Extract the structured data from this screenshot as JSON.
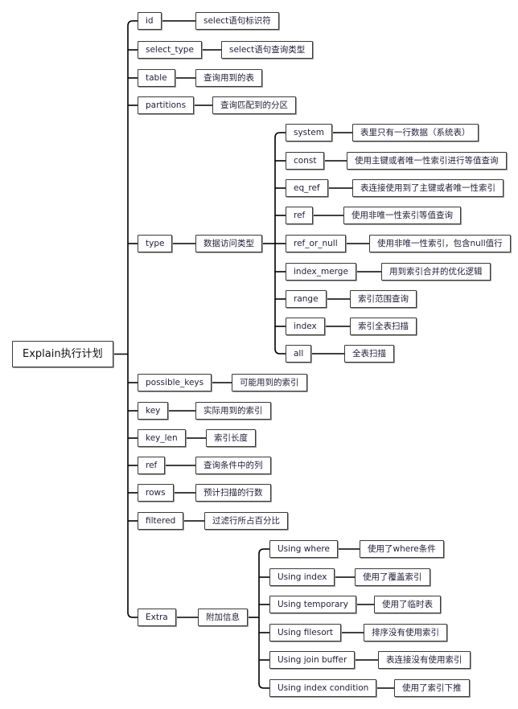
{
  "root": {
    "label": "Explain执行计划"
  },
  "fields": [
    {
      "key": "id",
      "desc": "select语句标识符"
    },
    {
      "key": "select_type",
      "desc": "select语句查询类型"
    },
    {
      "key": "table",
      "desc": "查询用到的表"
    },
    {
      "key": "partitions",
      "desc": "查询匹配到的分区"
    },
    {
      "key": "type",
      "desc": "数据访问类型",
      "children": [
        {
          "key": "system",
          "desc": "表里只有一行数据（系统表）"
        },
        {
          "key": "const",
          "desc": "使用主键或者唯一性索引进行等值查询"
        },
        {
          "key": "eq_ref",
          "desc": "表连接使用到了主键或者唯一性索引"
        },
        {
          "key": "ref",
          "desc": "使用非唯一性索引等值查询"
        },
        {
          "key": "ref_or_null",
          "desc": "使用非唯一性索引，包含null值行"
        },
        {
          "key": "index_merge",
          "desc": "用到索引合并的优化逻辑"
        },
        {
          "key": "range",
          "desc": "索引范围查询"
        },
        {
          "key": "index",
          "desc": "索引全表扫描"
        },
        {
          "key": "all",
          "desc": "全表扫描"
        }
      ]
    },
    {
      "key": "possible_keys",
      "desc": "可能用到的索引"
    },
    {
      "key": "key",
      "desc": "实际用到的索引"
    },
    {
      "key": "key_len",
      "desc": "索引长度"
    },
    {
      "key": "ref",
      "desc": "查询条件中的列"
    },
    {
      "key": "rows",
      "desc": "预计扫描的行数"
    },
    {
      "key": "filtered",
      "desc": "过滤行所占百分比"
    },
    {
      "key": "Extra",
      "desc": "附加信息",
      "children": [
        {
          "key": "Using where",
          "desc": "使用了where条件"
        },
        {
          "key": "Using index",
          "desc": "使用了覆盖索引"
        },
        {
          "key": "Using temporary",
          "desc": "使用了临时表"
        },
        {
          "key": "Using filesort",
          "desc": "排序没有使用索引"
        },
        {
          "key": "Using join buffer",
          "desc": "表连接没有使用索引"
        },
        {
          "key": "Using index condition",
          "desc": "使用了索引下推"
        }
      ]
    }
  ]
}
